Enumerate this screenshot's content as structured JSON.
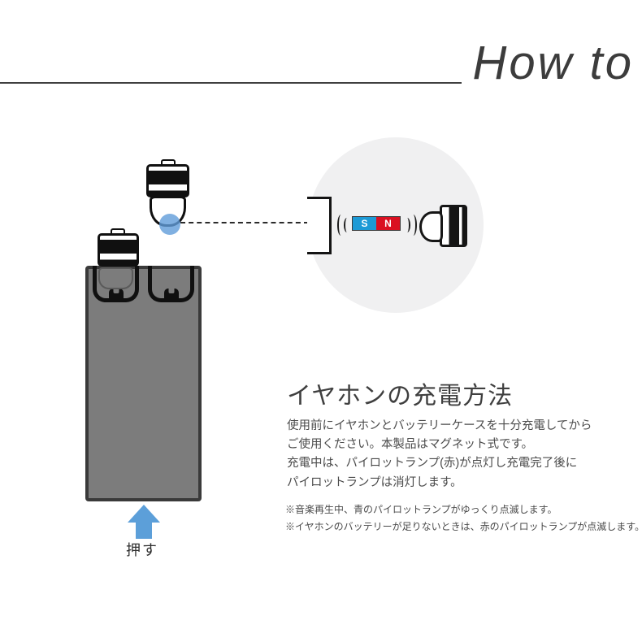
{
  "header": {
    "title": "How to"
  },
  "magnet_panel": {
    "south_label": "S",
    "north_label": "N",
    "south_color": "#1d9ad6",
    "north_color": "#da1021"
  },
  "main": {
    "heading": "イヤホンの充電方法",
    "body": [
      "使用前にイヤホンとバッテリーケースを十分充電してから",
      "ご使用ください。本製品はマグネット式です。",
      "充電中は、パイロットランプ(赤)が点灯し充電完了後に",
      "パイロットランプは消灯します。"
    ],
    "notes": [
      "※音楽再生中、青のパイロットランプがゆっくり点滅します。",
      "※イヤホンのバッテリーが足りないときは、赤のパイロットランプが点滅します。"
    ]
  },
  "case_diagram": {
    "push_label": "押す",
    "arrow_color": "#5c9fd9",
    "case_color": "#7c7c7c",
    "dot_color": "#609cda"
  }
}
